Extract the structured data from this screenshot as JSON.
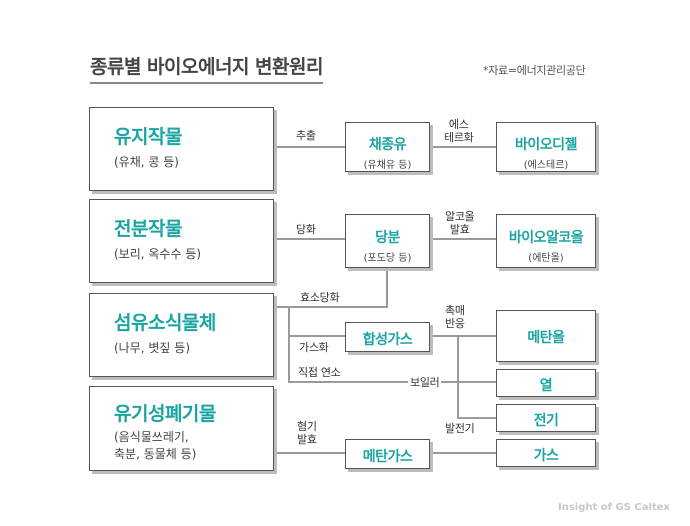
{
  "title": "종류별 바이오에너지 변환원리",
  "source": "*자료=에너지관리공단",
  "sources": [
    {
      "name": "유지작물",
      "detail": "(유채, 콩 등)"
    },
    {
      "name": "전분작물",
      "detail": "(보리, 옥수수 등)"
    },
    {
      "name": "섬유소식물체",
      "detail": "(나무, 볏짚 등)"
    },
    {
      "name": "유기성폐기물",
      "detail": "(음식물쓰레기,\n축분, 동물체 등)"
    }
  ],
  "intermediates": [
    {
      "name": "채종유",
      "detail": "(유채유 등)"
    },
    {
      "name": "당분",
      "detail": "(포도당 등)"
    },
    {
      "name": "합성가스",
      "detail": ""
    },
    {
      "name": "메탄가스",
      "detail": ""
    }
  ],
  "outputs": [
    {
      "name": "바이오디젤",
      "detail": "(에스테르)"
    },
    {
      "name": "바이오알코올",
      "detail": "(에탄올)"
    },
    {
      "name": "메탄올",
      "detail": ""
    },
    {
      "name": "열",
      "detail": ""
    },
    {
      "name": "전기",
      "detail": ""
    },
    {
      "name": "가스",
      "detail": ""
    }
  ],
  "processes": {
    "extraction": "추출",
    "esterification": "에스\n테르화",
    "saccharification1": "당화",
    "alcohol_fermentation": "알코올\n발효",
    "enzymatic_saccharification": "효소당화",
    "gasification": "가스화",
    "catalytic_reaction": "촉매\n반응",
    "direct_combustion": "직접 연소",
    "boiler": "보일러",
    "generator": "발전기",
    "anaerobic_fermentation": "혐기\n발효"
  },
  "watermark": "Insight of GS Caltex",
  "colors": {
    "accent": "#1ba5a2",
    "line": "#9a9a9a",
    "shadow": "#bdbdbd"
  }
}
